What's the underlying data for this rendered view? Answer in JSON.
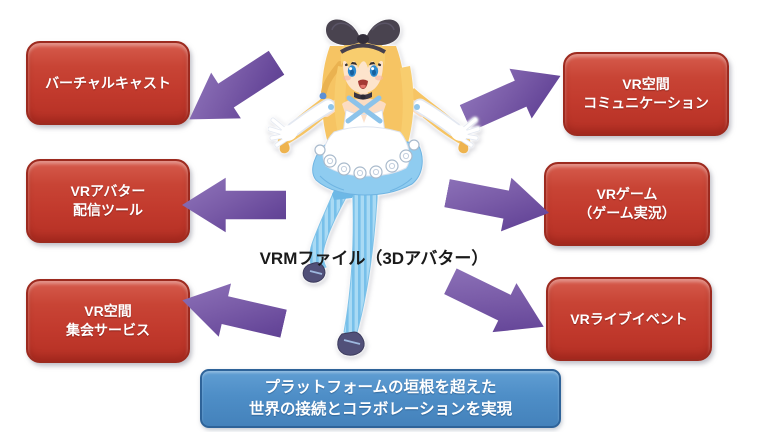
{
  "center_label": "VRMファイル（3Dアバター）",
  "left_boxes": [
    {
      "lines": [
        "バーチャルキャスト"
      ]
    },
    {
      "lines": [
        "VRアバター",
        "配信ツール"
      ]
    },
    {
      "lines": [
        "VR空間",
        "集会サービス"
      ]
    }
  ],
  "right_boxes": [
    {
      "lines": [
        "VR空間",
        "コミュニケーション"
      ]
    },
    {
      "lines": [
        "VRゲーム",
        "（ゲーム実況）"
      ]
    },
    {
      "lines": [
        "VRライブイベント"
      ]
    }
  ],
  "bottom_banner": {
    "lines": [
      "プラットフォームの垣根を超えた",
      "世界の接続とコラボレーションを実現"
    ]
  },
  "character": {
    "description": "blonde anime girl 3D avatar with black ribbon bow, white and blue dress, long white gloves, blue striped stockings, arms outstretched"
  },
  "colors": {
    "usecase_box": "#c23a2d",
    "usecase_box_border": "#9c2a1f",
    "arrow": "#7a5ca8",
    "banner": "#4e8ec7",
    "banner_border": "#2e6399",
    "box_text": "#ffffff",
    "center_label_text": "#1a1a1a"
  }
}
